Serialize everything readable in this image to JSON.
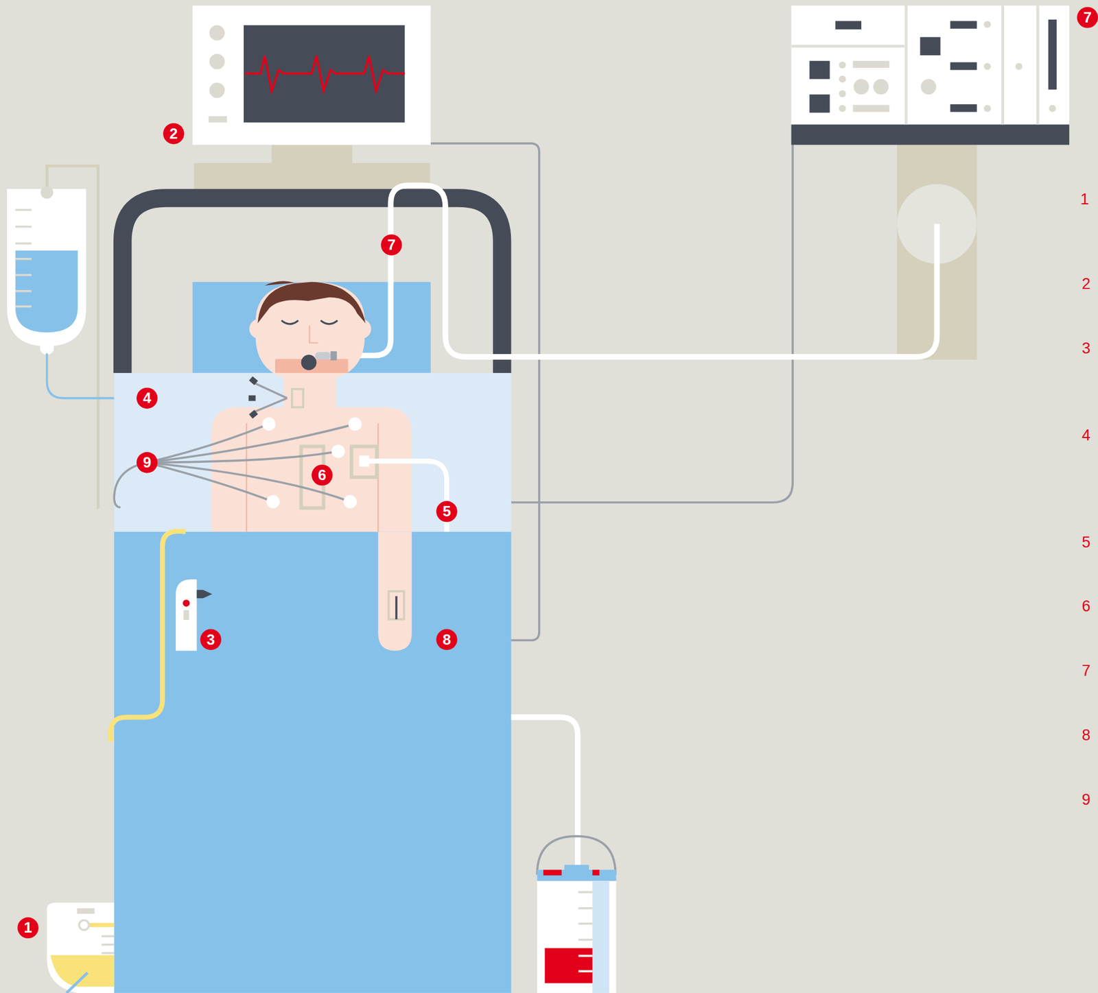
{
  "diagram": {
    "labels": [
      "7",
      "2",
      "7",
      "4",
      "9",
      "6",
      "5",
      "3",
      "8",
      "1",
      "1",
      "2",
      "3",
      "4",
      "5",
      "6",
      "7",
      "8",
      "9"
    ]
  }
}
